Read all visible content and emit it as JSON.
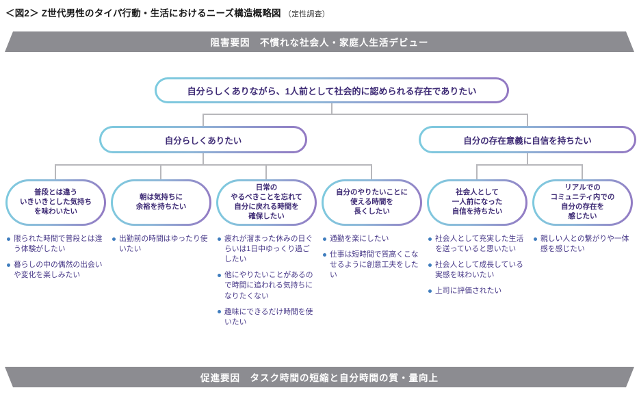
{
  "title": {
    "main": "＜図2＞ Z世代男性のタイパ行動・生活におけるニーズ構造概略図",
    "note": "（定性調査）"
  },
  "top_banner": {
    "label": "阻害要因　不慣れな社会人・家庭人生活デビュー"
  },
  "bottom_banner": {
    "label": "促進要因　タスク時間の短縮と自分時間の質・量向上"
  },
  "root": {
    "label": "自分らしくありながら、1人前として社会的に認められる存在でありたい"
  },
  "branches": [
    {
      "label": "自分らしくありたい"
    },
    {
      "label": "自分の存在意義に自信を持ちたい"
    }
  ],
  "columns": [
    {
      "title": "普段とは違う\nいきいきとした気持ち\nを味わいたい",
      "bullets": [
        "限られた時間で普段とは違う体験がしたい",
        "暮らしの中の偶然の出会いや変化を楽しみたい"
      ]
    },
    {
      "title": "朝は気持ちに\n余裕を持ちたい",
      "bullets": [
        "出勤前の時間はゆったり使いたい"
      ]
    },
    {
      "title": "日常の\nやるべきことを忘れて\n自分に戻れる時間を\n確保したい",
      "bullets": [
        "疲れが溜まった休みの日ぐらいは1日中ゆっくり過ごしたい",
        "他にやりたいことがあるので時間に追われる気持ちになりたくない",
        "趣味にできるだけ時間を使いたい"
      ]
    },
    {
      "title": "自分のやりたいことに\n使える時間を\n長くしたい",
      "bullets": [
        "通勤を楽にしたい",
        "仕事は短時間で質高くこなせるように創意工夫をしたい"
      ]
    },
    {
      "title": "社会人として\n一人前になった\n自信を持ちたい",
      "bullets": [
        "社会人として充実した生活を送っていると思いたい",
        "社会人として成長している実感を味わいたい",
        "上司に評価されたい"
      ]
    },
    {
      "title": "リアルでの\nコミュニティ内での\n自分の存在を\n感じたい",
      "bullets": [
        "親しい人との繋がりや一体感を感じたい"
      ]
    }
  ],
  "colors": {
    "banner_gray": "#8c8c91",
    "gradient_start": "#7ccbdf",
    "gradient_end": "#9277c2",
    "text_purple": "#3e2b75",
    "bullet_blue": "#3f7dbe",
    "connector_gray": "#b7b7bb"
  }
}
